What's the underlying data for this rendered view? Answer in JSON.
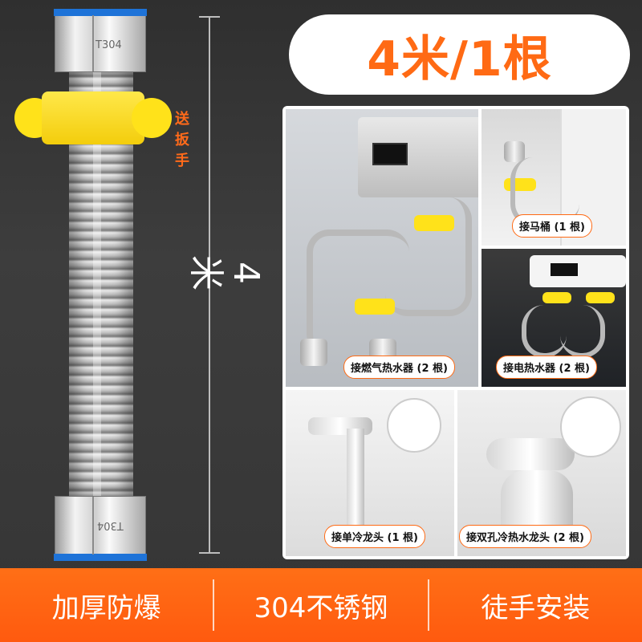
{
  "title": {
    "text": "4米/1根"
  },
  "hose": {
    "top_nut_mark": "T304",
    "bottom_nut_mark": "T304",
    "gift_label": "送扳手",
    "length_label": "4米"
  },
  "photos": [
    {
      "label": "接燃气热水器 (2 根)"
    },
    {
      "label": "接马桶 (1 根)"
    },
    {
      "label": "接电热水器 (2 根)"
    },
    {
      "label": "接单冷龙头 (1 根)"
    },
    {
      "label": "接双孔冷热水龙头 (2 根)"
    }
  ],
  "features": [
    {
      "text": "加厚防爆"
    },
    {
      "text": "304不锈钢"
    },
    {
      "text": "徒手安装"
    }
  ],
  "colors": {
    "accent": "#ff6a14",
    "wrench_yellow": "#ffe21a",
    "nut_blue": "#1e73d8",
    "background": "#3a3a3a"
  }
}
